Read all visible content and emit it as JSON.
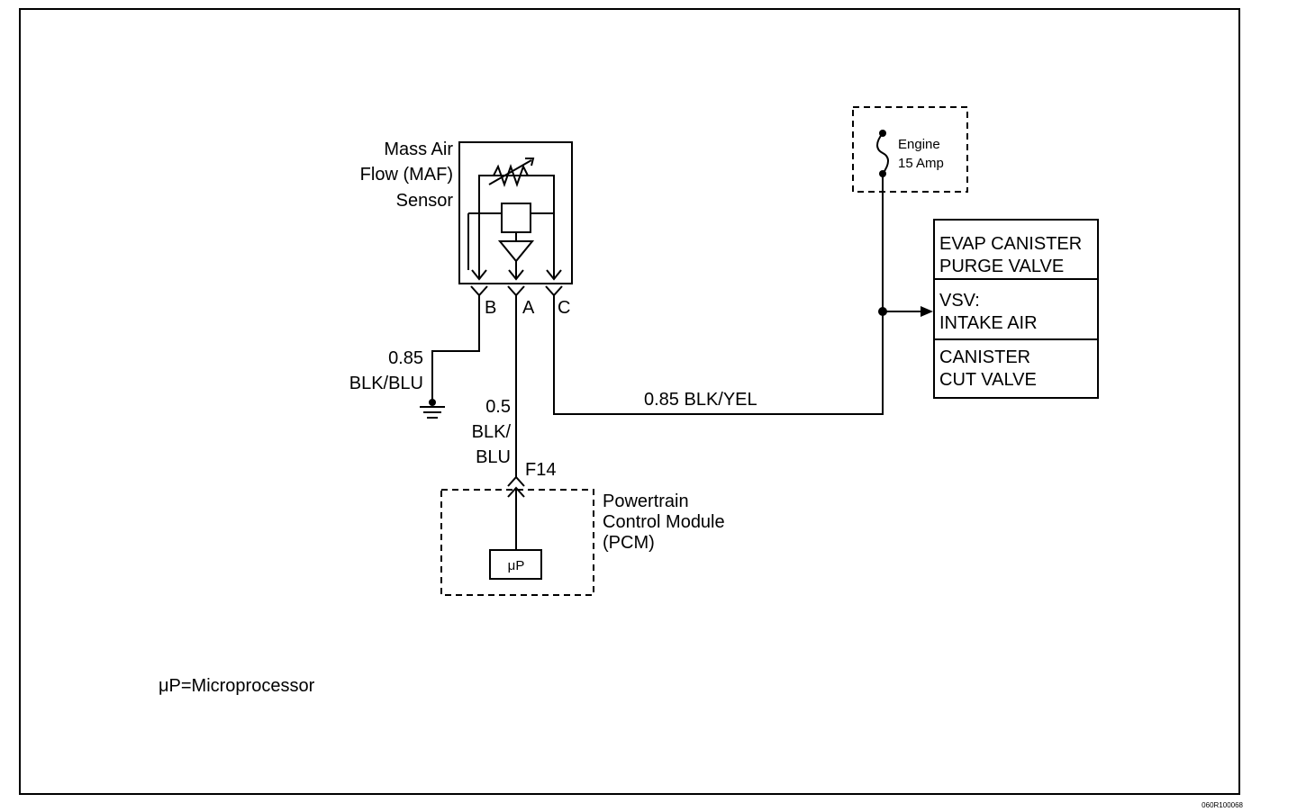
{
  "maf_sensor": {
    "label_line1": "Mass Air",
    "label_line2": "Flow (MAF)",
    "label_line3": "Sensor",
    "pin_b": "B",
    "pin_a": "A",
    "pin_c": "C"
  },
  "wires": {
    "ground_gauge": "0.85",
    "ground_color": "BLK/BLU",
    "signal_gauge": "0.5",
    "signal_color_line1": "BLK/",
    "signal_color_line2": "BLU",
    "power_wire": "0.85 BLK/YEL"
  },
  "pcm": {
    "pin": "F14",
    "label_line1": "Powertrain",
    "label_line2": "Control Module",
    "label_line3": "(PCM)",
    "chip": "μP"
  },
  "fuse": {
    "label_line1": "Engine",
    "label_line2": "15 Amp"
  },
  "loads": {
    "evap_line1": "EVAP CANISTER",
    "evap_line2": "PURGE VALVE",
    "vsv_line1": "VSV:",
    "vsv_line2": "INTAKE AIR",
    "cut_line1": "CANISTER",
    "cut_line2": "CUT VALVE"
  },
  "legend": "μP=Microprocessor",
  "figure_id": "060R100068"
}
